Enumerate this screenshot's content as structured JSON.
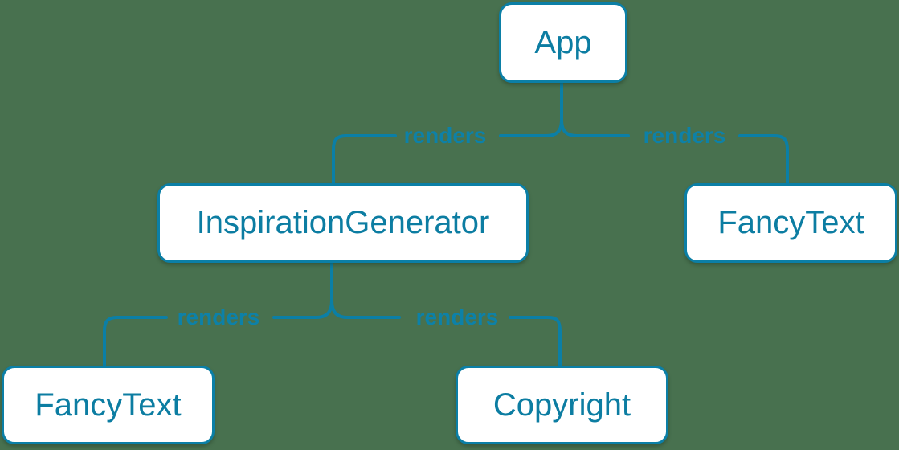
{
  "diagram": {
    "type": "component-tree",
    "background_color": "#48714f",
    "accent_color": "#0b7fa6",
    "node_fill_color": "#ffffff",
    "node_text_color": "#0c7da2",
    "nodes": {
      "app": {
        "label": "App"
      },
      "inspiration_generator": {
        "label": "InspirationGenerator"
      },
      "fancy_text_top": {
        "label": "FancyText"
      },
      "fancy_text_bottom": {
        "label": "FancyText"
      },
      "copyright": {
        "label": "Copyright"
      }
    },
    "edges": {
      "app_to_inspiration_generator": {
        "label": "renders"
      },
      "app_to_fancy_text": {
        "label": "renders"
      },
      "inspiration_generator_to_fancy_text": {
        "label": "renders"
      },
      "inspiration_generator_to_copyright": {
        "label": "renders"
      }
    }
  }
}
